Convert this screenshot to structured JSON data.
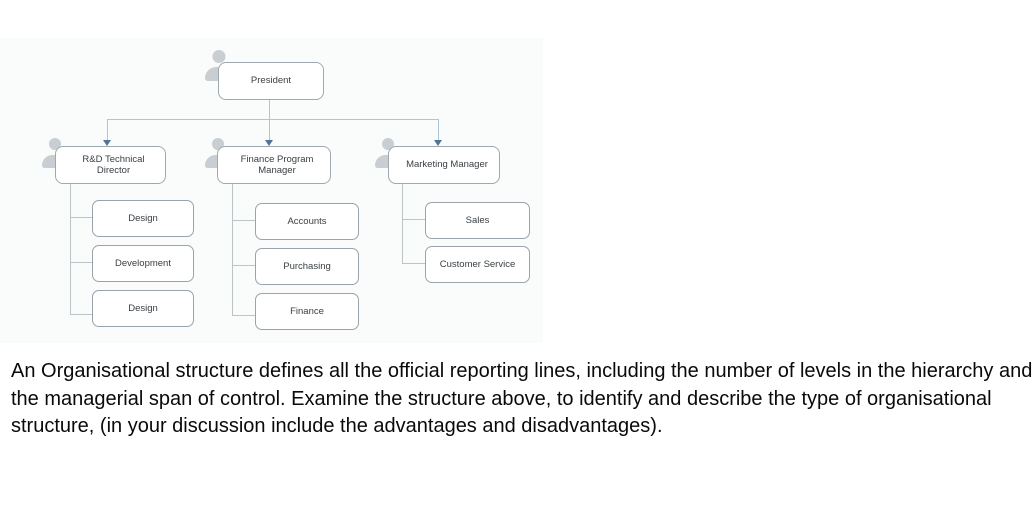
{
  "diagram": {
    "root_label": "President",
    "branches": [
      {
        "manager_lines": [
          "R&D Technical",
          "Director"
        ],
        "children": [
          "Design",
          "Development",
          "Design"
        ]
      },
      {
        "manager_lines": [
          "Finance Program",
          "Manager"
        ],
        "children": [
          "Accounts",
          "Purchasing",
          "Finance"
        ]
      },
      {
        "manager_lines": [
          "Marketing Manager"
        ],
        "children": [
          "Sales",
          "Customer Service"
        ]
      }
    ],
    "colors": {
      "connector": "#aec6d2",
      "child_connector": "#bcc4c8",
      "arrowhead": "#4e7598",
      "box_border": "#9ea8ae",
      "box_fill": "#ffffff",
      "person_icon": "#c8ced2",
      "label_text": "#3a4044",
      "chart_background": "#fafbfb"
    }
  },
  "paragraph": {
    "lines": [
      "An Organisational structure defines all the official reporting lines, including the number of levels in the hierarchy and",
      "the managerial span of control. Examine the structure above, to identify and describe the type of organisational",
      "structure, (in your discussion include the advantages and disadvantages)."
    ]
  }
}
